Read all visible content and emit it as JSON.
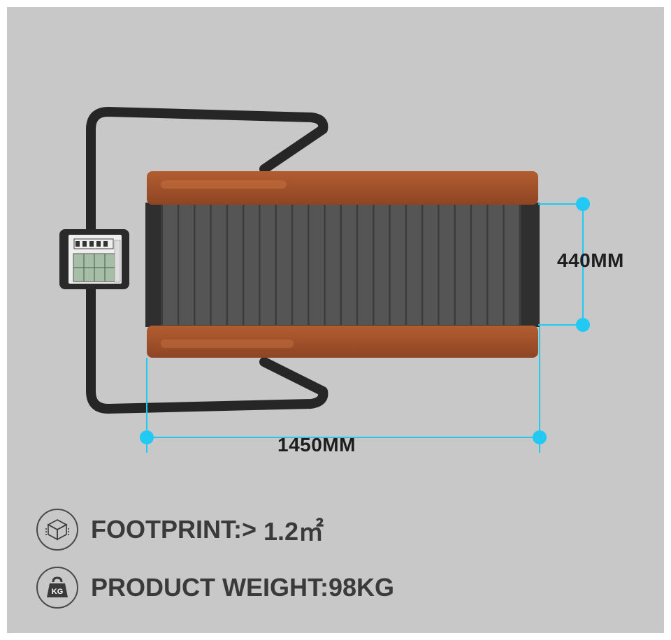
{
  "dimensions": {
    "width_label": "440MM",
    "length_label": "1450MM"
  },
  "specs": {
    "footprint_label": "FOOTPRINT:>",
    "footprint_value": "1.2㎡",
    "weight_label": "PRODUCT WEIGHT:98KG",
    "weight_icon_text": "KG"
  },
  "icons": {
    "footprint": "area-cube-icon",
    "weight": "kettlebell-weight-icon"
  },
  "colors": {
    "background": "#c8c8c8",
    "wood": "#a4532a",
    "belt": "#4d4d4d",
    "frame": "#2b2b2b",
    "dimension_line": "#1ec8f0",
    "text": "#3a3a3a"
  }
}
